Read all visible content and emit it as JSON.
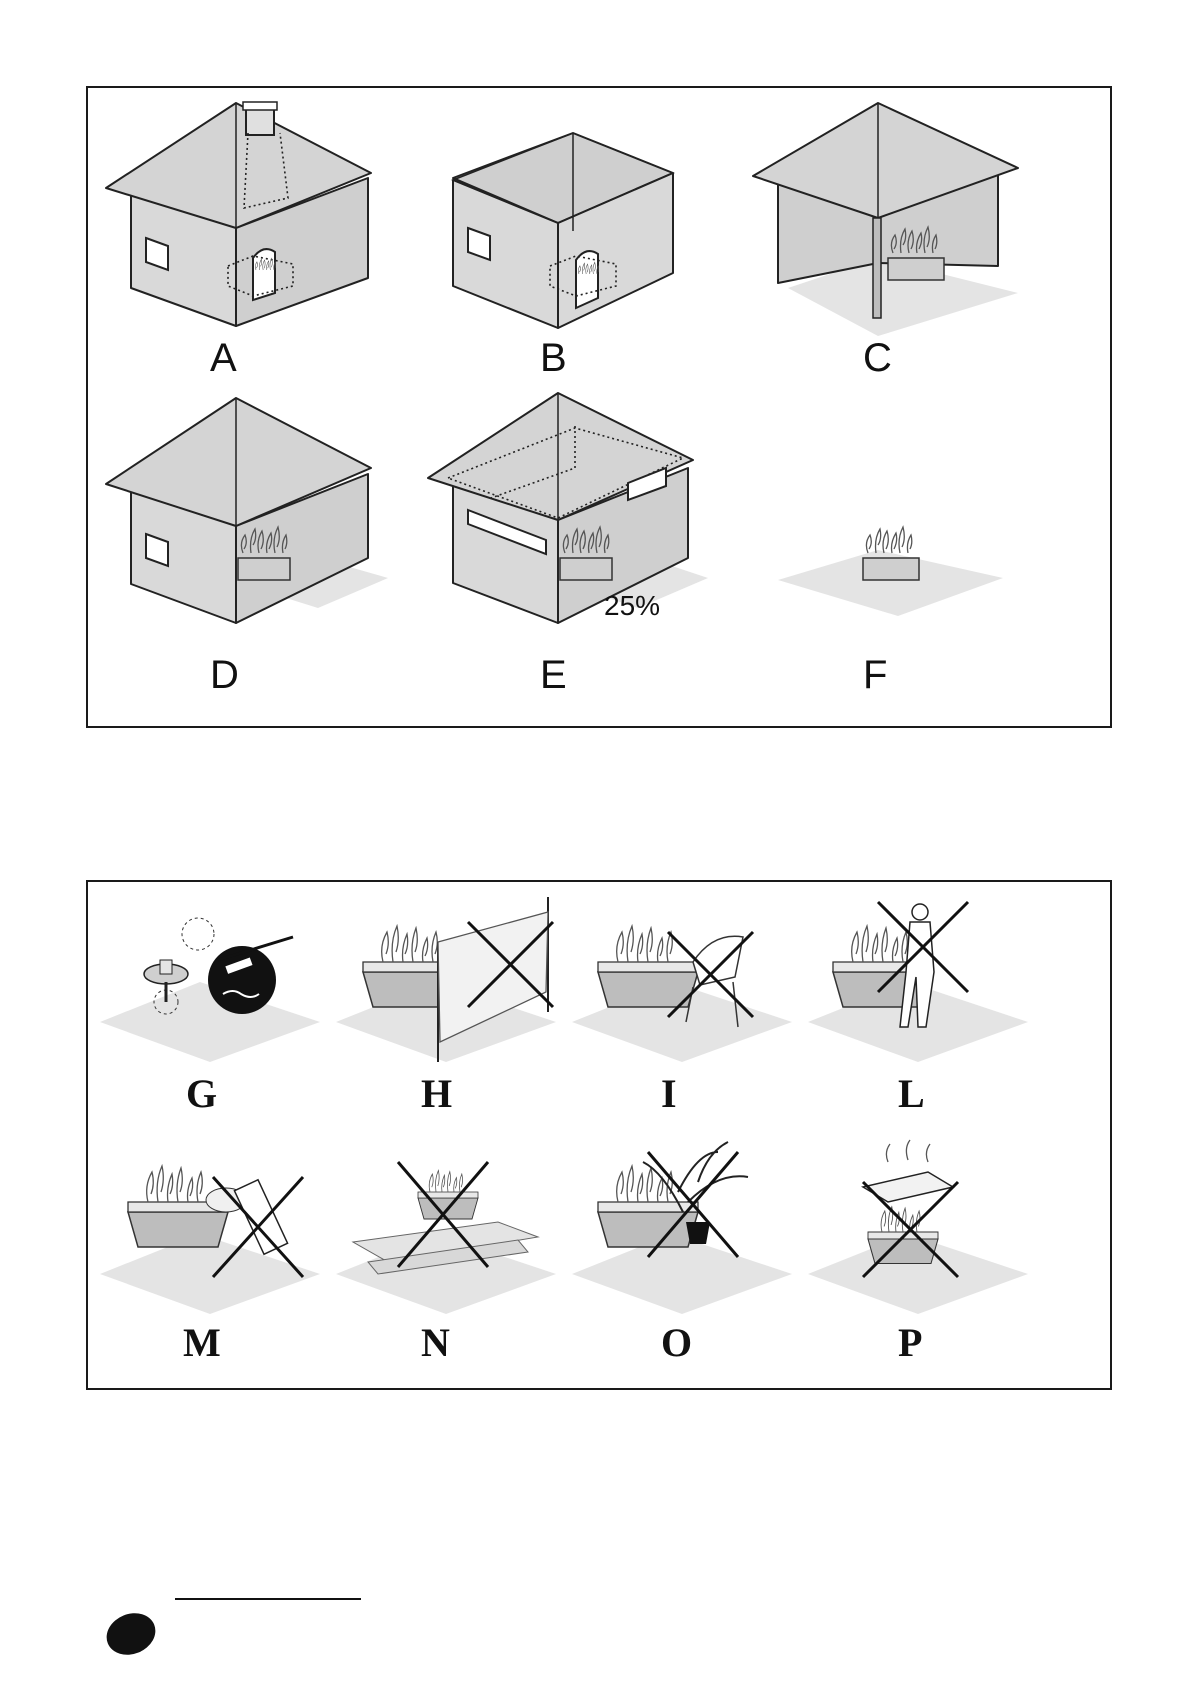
{
  "top_panel": {
    "scenes": [
      {
        "id": "A",
        "label": "A"
      },
      {
        "id": "B",
        "label": "B"
      },
      {
        "id": "C",
        "label": "C"
      },
      {
        "id": "D",
        "label": "D"
      },
      {
        "id": "E",
        "label": "E",
        "annotation": "25%"
      },
      {
        "id": "F",
        "label": "F"
      }
    ]
  },
  "bottom_panel": {
    "scenes": [
      {
        "id": "G",
        "label": "G"
      },
      {
        "id": "H",
        "label": "H"
      },
      {
        "id": "I",
        "label": "I"
      },
      {
        "id": "L",
        "label": "L"
      },
      {
        "id": "M",
        "label": "M"
      },
      {
        "id": "N",
        "label": "N"
      },
      {
        "id": "O",
        "label": "O"
      },
      {
        "id": "P",
        "label": "P"
      }
    ]
  }
}
